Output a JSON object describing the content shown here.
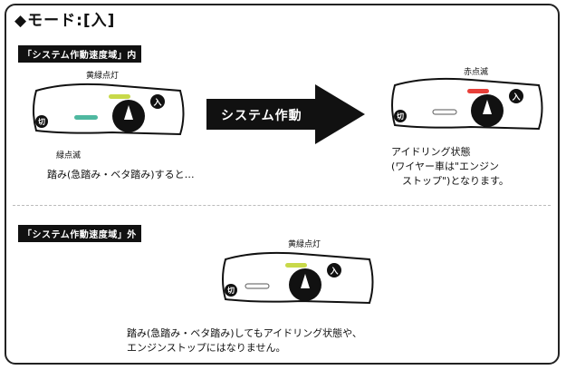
{
  "title": "◆モード:[入]",
  "section1": {
    "label": "「システム作動速度域」内",
    "device_left": {
      "top_label": "黄緑点灯",
      "bottom_label": "緑点滅",
      "btn_left": "切",
      "btn_right": "入"
    },
    "arrow_label": "システム作動",
    "device_right": {
      "top_label": "赤点滅",
      "btn_left": "切",
      "btn_right": "入"
    },
    "caption_left": "踏み(急踏み・ベタ踏み)すると…",
    "caption_right": [
      "アイドリング状態",
      "(ワイヤー車は\"エンジン",
      "ストップ\")となります。"
    ]
  },
  "section2": {
    "label": "「システム作動速度域」外",
    "device": {
      "top_label": "黄緑点灯",
      "btn_left": "切",
      "btn_right": "入"
    },
    "caption": [
      "踏み(急踏み・ベタ踏み)してもアイドリング状態や、",
      "エンジンストップにはなりません。"
    ]
  },
  "colors": {
    "yellow_green": "#c8d94a",
    "green": "#4fb8a0",
    "red": "#e8403a",
    "arrow": "#111111"
  }
}
